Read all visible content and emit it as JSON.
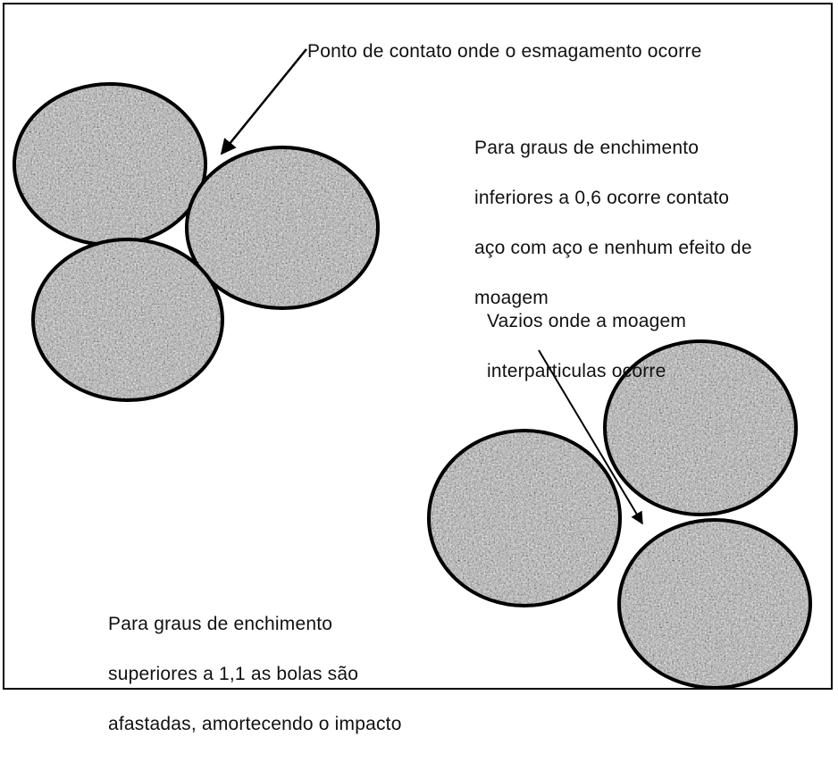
{
  "annotations": {
    "contact_point": "Ponto de contato onde o esmagamento ocorre",
    "low_fill": [
      "Para graus de enchimento",
      "inferiores a 0,6 ocorre contato",
      "aço com aço e nenhum efeito de",
      "moagem"
    ],
    "voids": [
      "Vazios onde a moagem",
      "interparticulas ocorre"
    ],
    "high_fill": [
      "Para graus de enchimento",
      "superiores a 1,1 as bolas são",
      "afastadas, amortecendo o impacto"
    ]
  },
  "colors": {
    "outline": "#000000",
    "ball_base": "#a9a9a9",
    "text": "#111111"
  }
}
